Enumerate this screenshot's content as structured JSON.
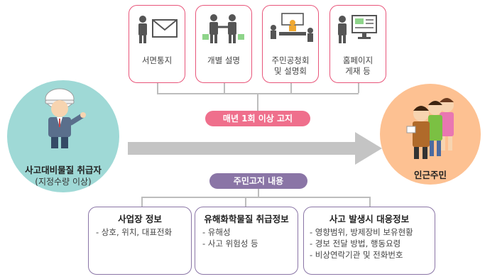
{
  "top_cards": [
    {
      "label_lines": [
        "서면통지"
      ],
      "icon": "envelope-person-icon"
    },
    {
      "label_lines": [
        "개별 설명"
      ],
      "icon": "handshake-icon"
    },
    {
      "label_lines": [
        "주민공청회",
        "및 설명회"
      ],
      "icon": "meeting-table-icon"
    },
    {
      "label_lines": [
        "홈페이지",
        "게재 등"
      ],
      "icon": "monitor-person-icon"
    }
  ],
  "pill_top": "매년 1회 이상 고지",
  "pill_bottom": "주민고지 내용",
  "left_actor": {
    "title": "사고대비물질 취급자",
    "subtitle": "(지정수량 이상)",
    "icon": "worker-helmet-icon"
  },
  "right_actor": {
    "title": "인근주민",
    "icon": "residents-group-icon"
  },
  "info_boxes": [
    {
      "title": "사업장 정보",
      "items": [
        "- 상호, 위치, 대표전화"
      ]
    },
    {
      "title": "유해화학물질 취급정보",
      "items": [
        "- 유해성",
        "- 사고 위험성 등"
      ]
    },
    {
      "title": "사고 발생시 대응정보",
      "items": [
        "- 영향범위, 방제장비 보유현황",
        "- 경보 전달 방법, 행동요령",
        "- 비상연락기관 및 전화번호"
      ]
    }
  ],
  "colors": {
    "pink": "#ef6f8c",
    "purple": "#8a75a6",
    "teal": "#9fd9d6",
    "peach": "#fdc192",
    "arrow": "#c4c4c4"
  }
}
